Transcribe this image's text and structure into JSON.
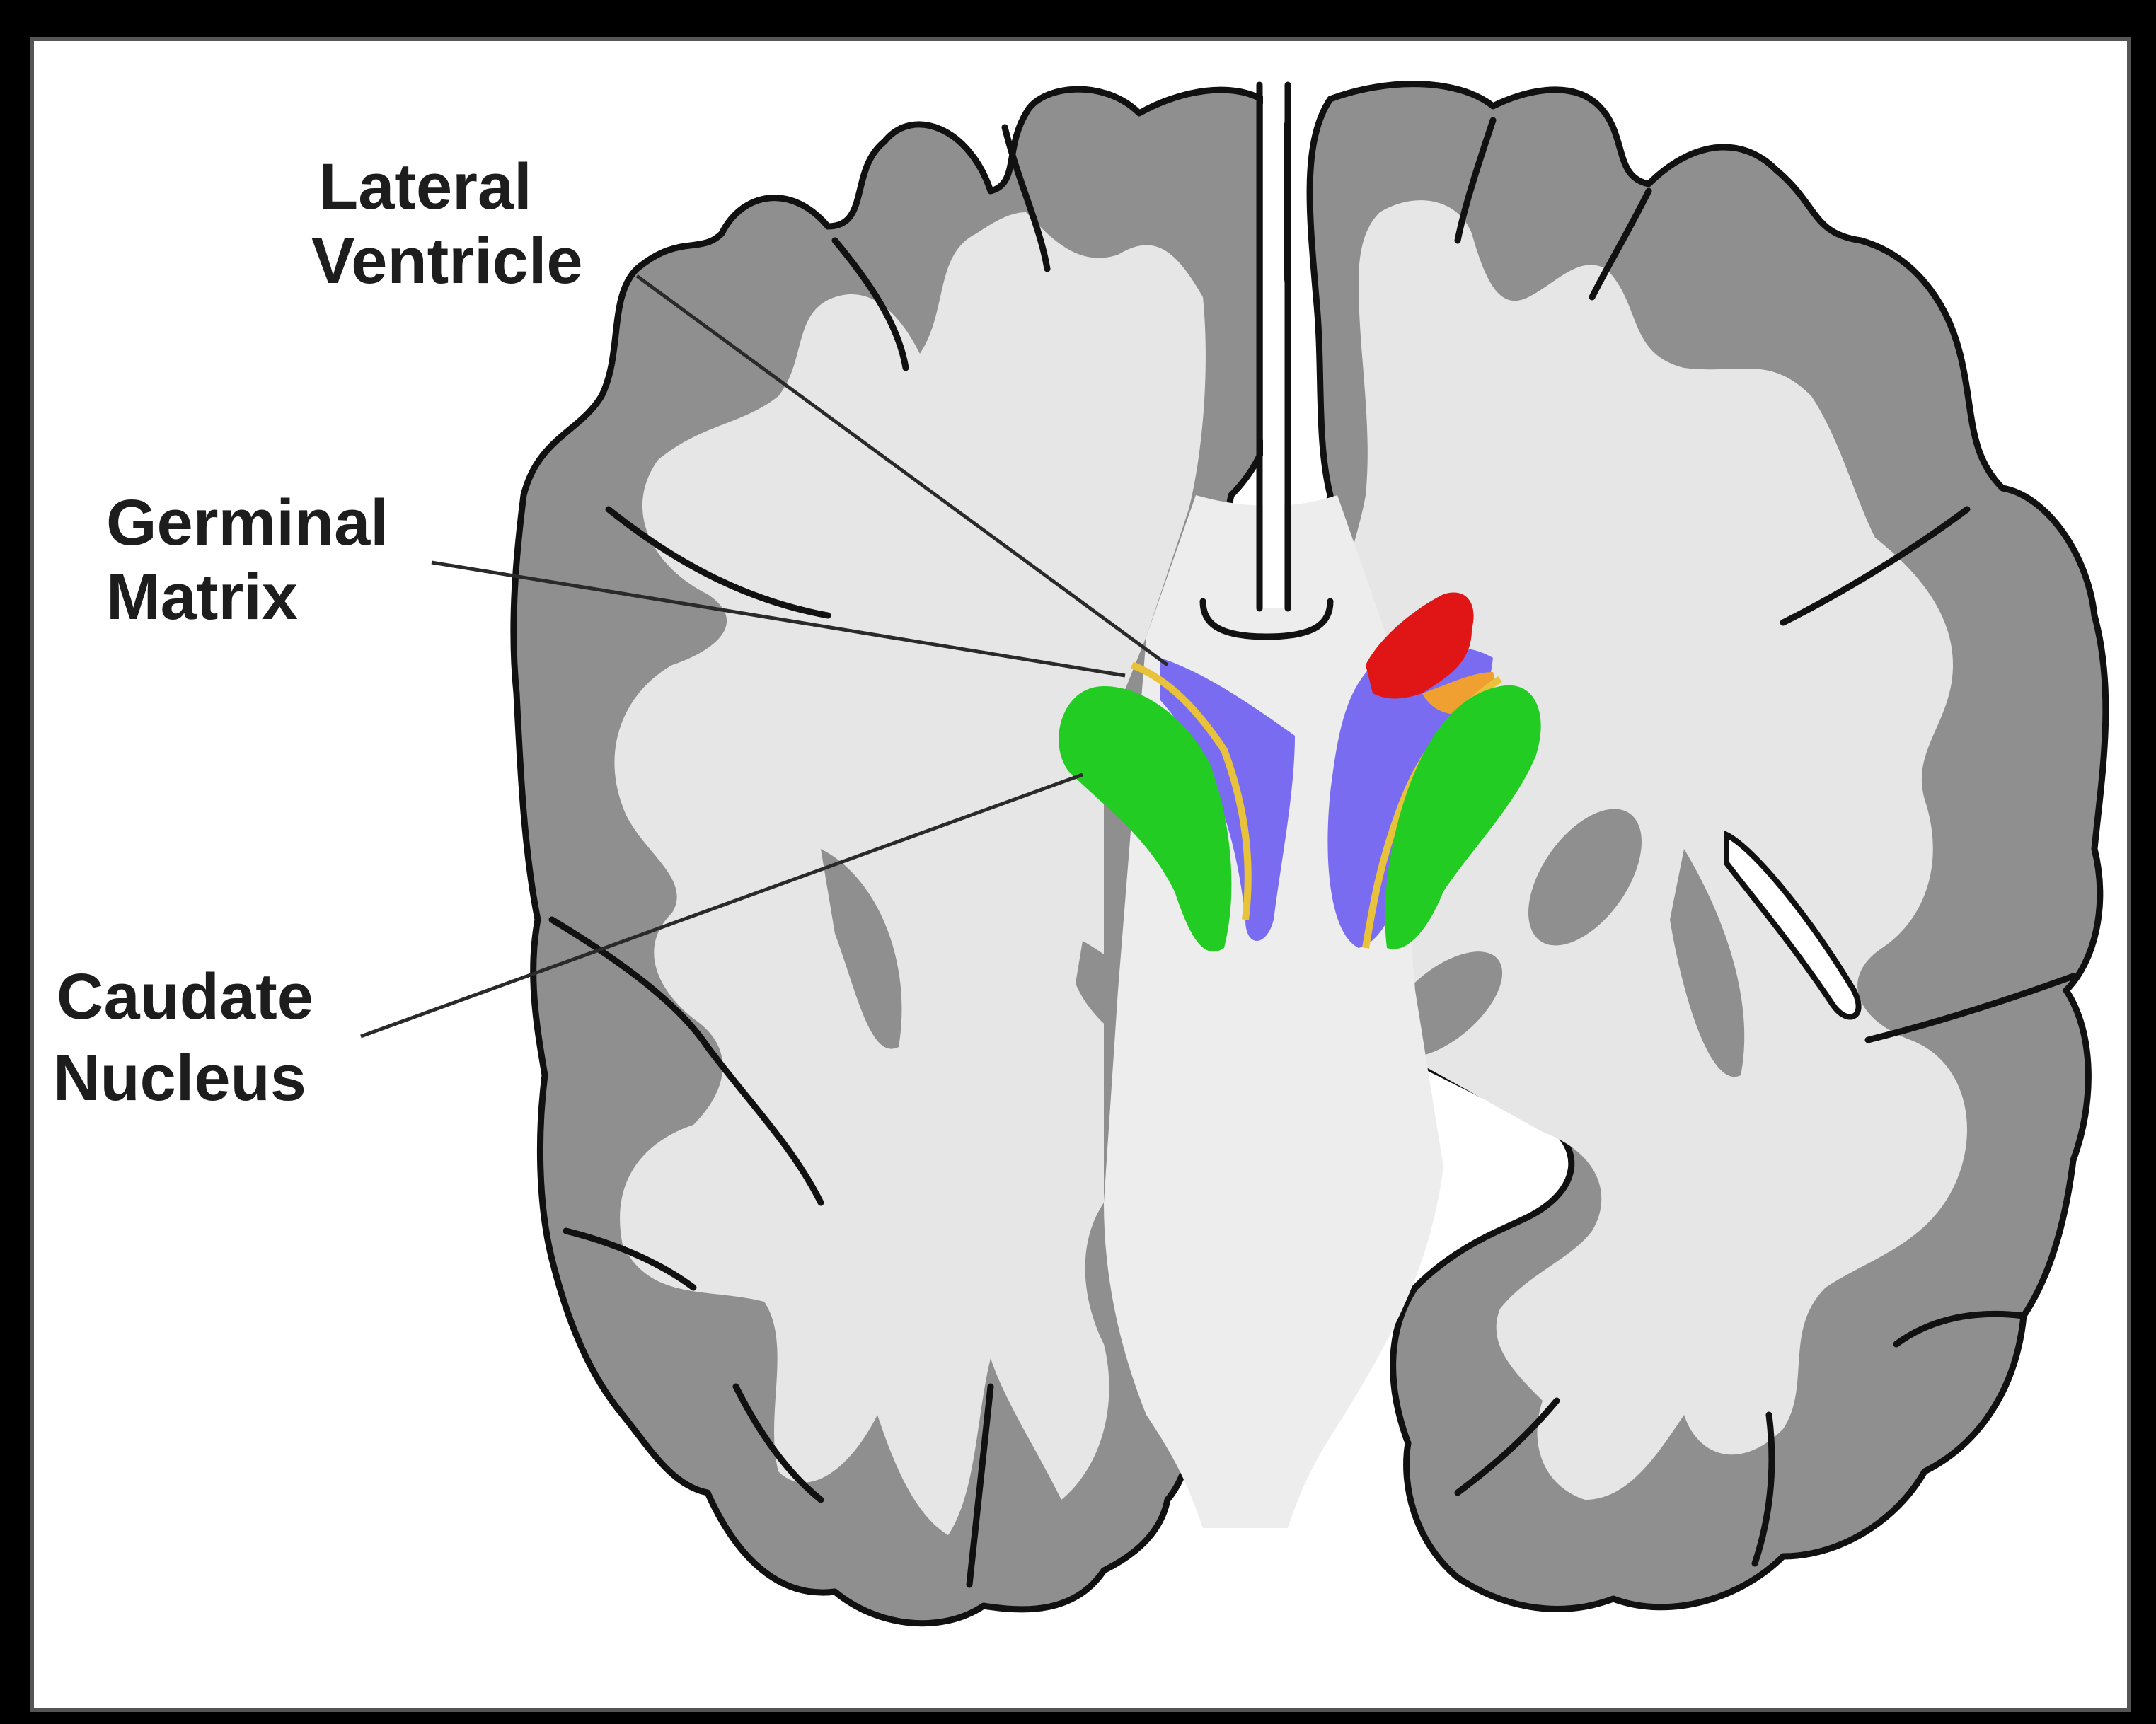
{
  "labels": {
    "lateral_ventricle": [
      "Lateral",
      "Ventricle"
    ],
    "germinal_matrix": [
      "Germinal",
      "Matrix"
    ],
    "caudate_nucleus": [
      "Caudate",
      "Nucleus"
    ]
  },
  "colors": {
    "background": "#000000",
    "panel": "#ffffff",
    "gray_matter": "#8f8f8f",
    "white_matter": "#e6e6e6",
    "outline": "#111111",
    "caudate": "#22cc22",
    "germinal_matrix": "#e8c23a",
    "lateral_ventricle": "#7a6cf0",
    "hemorrhage": "#e01515",
    "hemorrhage_edge": "#f0a030"
  }
}
